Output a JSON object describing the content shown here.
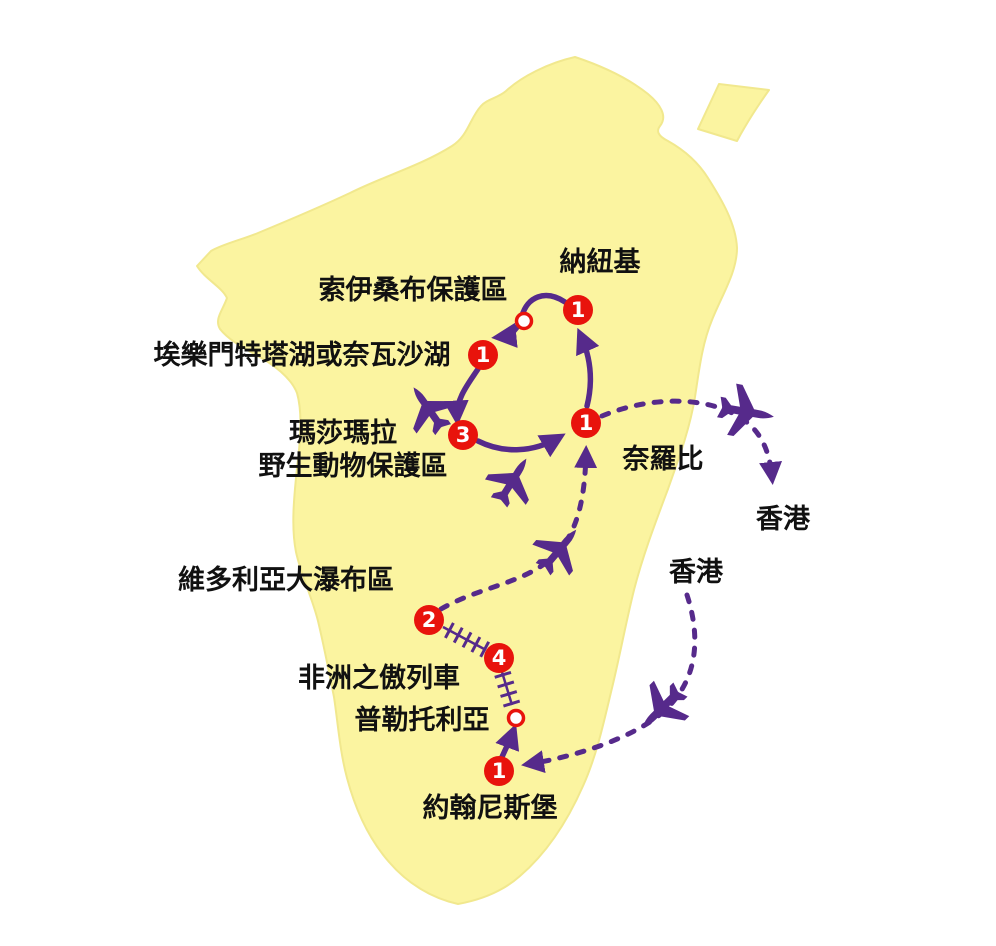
{
  "theme": {
    "bg": "#ffffff",
    "land": "#FBF4A0",
    "route": "#562A8B",
    "marker": "#E8130C",
    "label": "#111111"
  },
  "map": {
    "title": "Africa tour itinerary map",
    "labels": [
      {
        "id": "nanyuki",
        "text": "納紐基"
      },
      {
        "id": "soysambu",
        "text": "索伊桑布保護區"
      },
      {
        "id": "elmenteita",
        "text": "埃樂門特塔湖或奈瓦沙湖"
      },
      {
        "id": "masai-mara-line1",
        "text": "瑪莎瑪拉"
      },
      {
        "id": "masai-mara-line2",
        "text": "野生動物保護區"
      },
      {
        "id": "nairobi",
        "text": "奈羅比"
      },
      {
        "id": "hong-kong-arrival",
        "text": "香港"
      },
      {
        "id": "hong-kong-departure",
        "text": "香港"
      },
      {
        "id": "victoria-falls",
        "text": "維多利亞大瀑布區"
      },
      {
        "id": "rovos-rail",
        "text": "非洲之傲列車"
      },
      {
        "id": "pretoria",
        "text": "普勒托利亞"
      },
      {
        "id": "johannesburg",
        "text": "約翰尼斯堡"
      }
    ],
    "markers": [
      {
        "id": "nanyuki",
        "nights": "1"
      },
      {
        "id": "elmenteita",
        "nights": "1"
      },
      {
        "id": "masai-mara",
        "nights": "3"
      },
      {
        "id": "nairobi",
        "nights": "1"
      },
      {
        "id": "victoria-falls",
        "nights": "2"
      },
      {
        "id": "rovos-rail",
        "nights": "4"
      },
      {
        "id": "johannesburg",
        "nights": "1"
      }
    ],
    "icons": [
      {
        "name": "airplane-icon",
        "meaning": "flight segment",
        "glyph": "✈"
      },
      {
        "name": "railway-track-icon",
        "meaning": "train segment (cross-tie hatching)"
      },
      {
        "name": "open-circle-waypoint",
        "meaning": "pass-through stop (no overnight)"
      }
    ],
    "legend_semantics": {
      "solid_line": "ground route with direction arrow",
      "dashed_line": "flight route with direction arrow",
      "red_numbered_circle": "overnight stop with number of nights"
    }
  }
}
